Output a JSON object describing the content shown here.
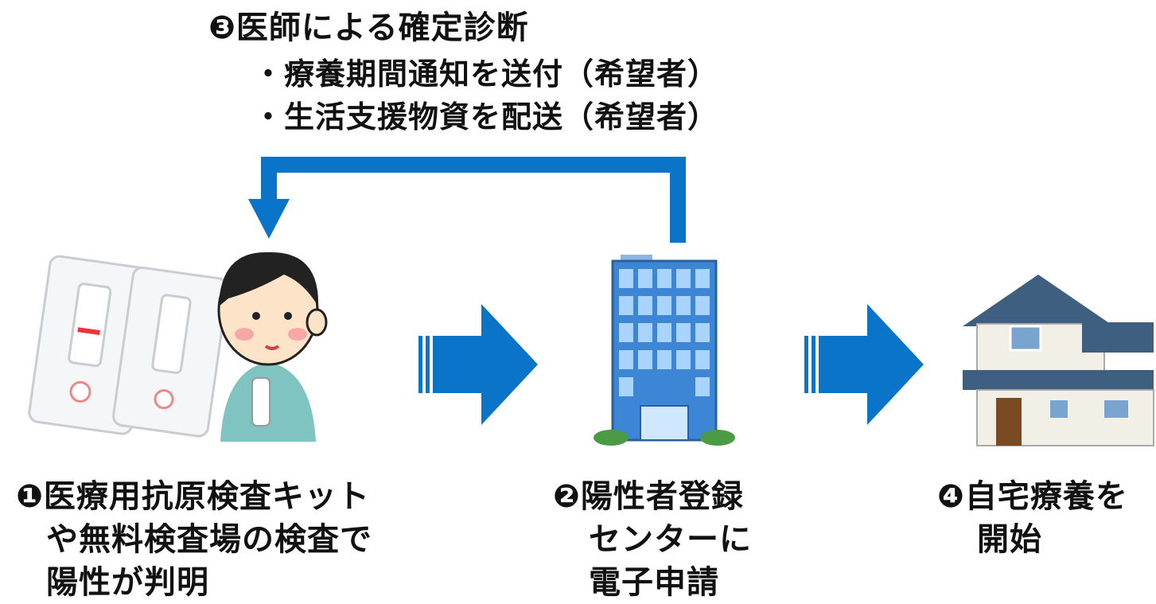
{
  "feedback": {
    "title": "❸医師による確定診断",
    "items": [
      "・療養期間通知を送付（希望者）",
      "・生活支援物資を配送（希望者）"
    ]
  },
  "steps": [
    {
      "lines": [
        "❶医療用抗原検査キット",
        "や無料検査場の検査で",
        "陽性が判明"
      ]
    },
    {
      "lines": [
        "❷陽性者登録",
        "センターに",
        "電子申請"
      ]
    },
    {
      "lines": [
        "❹自宅療養を",
        "開始"
      ]
    }
  ],
  "colors": {
    "arrow": "#0a74c9",
    "text": "#111111"
  },
  "icons": [
    "test-kit-icon",
    "person-icon",
    "office-building-icon",
    "house-icon"
  ]
}
